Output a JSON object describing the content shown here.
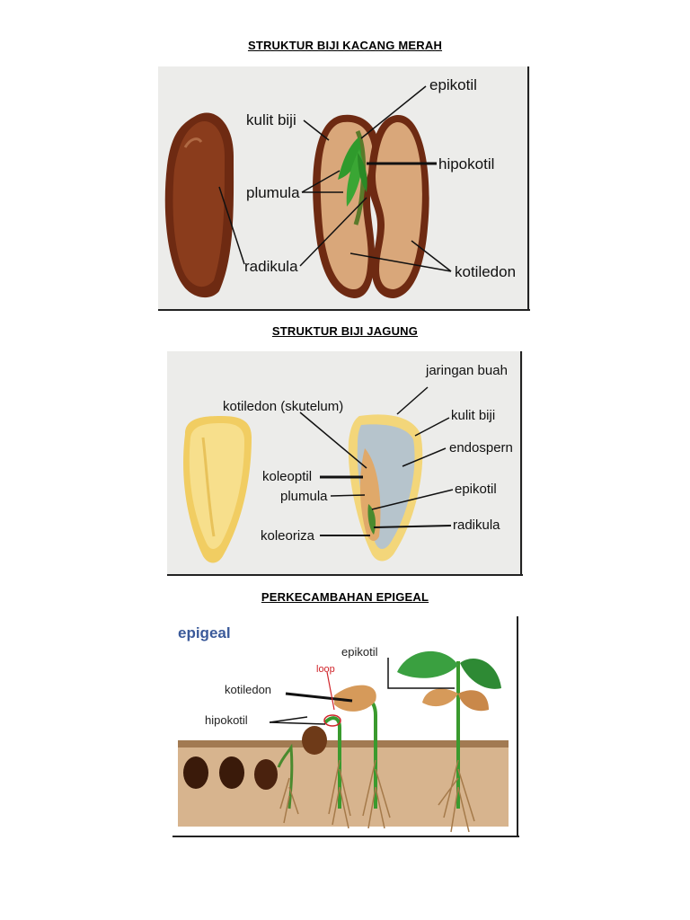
{
  "sections": {
    "kacang": {
      "title": "STRUKTUR BIJI KACANG MERAH",
      "labels": {
        "kulit_biji": "kulit biji",
        "epikotil": "epikotil",
        "hipokotil": "hipokotil",
        "plumula": "plumula",
        "radikula": "radikula",
        "kotiledon": "kotiledon"
      }
    },
    "jagung": {
      "title": "STRUKTUR BIJI JAGUNG",
      "labels": {
        "jaringan_buah": "jaringan buah",
        "kotiledon_skutelum": "kotiledon (skutelum)",
        "kulit_biji": "kulit biji",
        "endospern": "endospern",
        "koleoptil": "koleoptil",
        "plumula": "plumula",
        "epikotil": "epikotil",
        "koleoriza": "koleoriza",
        "radikula": "radikula"
      }
    },
    "epigeal": {
      "title": "PERKECAMBAHAN EPIGEAL",
      "heading": "epigeal",
      "labels": {
        "epikotil": "epikotil",
        "loop": "loop",
        "kotiledon": "kotiledon",
        "hipokotil": "hipokotil"
      }
    }
  },
  "colors": {
    "bean_dark": "#6e2a12",
    "bean_cotyledon": "#d9a77a",
    "plant_green": "#3a9a2e",
    "soil": "#c9a27a",
    "corn_yellow": "#f3d67a",
    "endosperm": "#b6c4cc",
    "loop_red": "#d0242a",
    "heading_blue": "#3b5a9a"
  }
}
